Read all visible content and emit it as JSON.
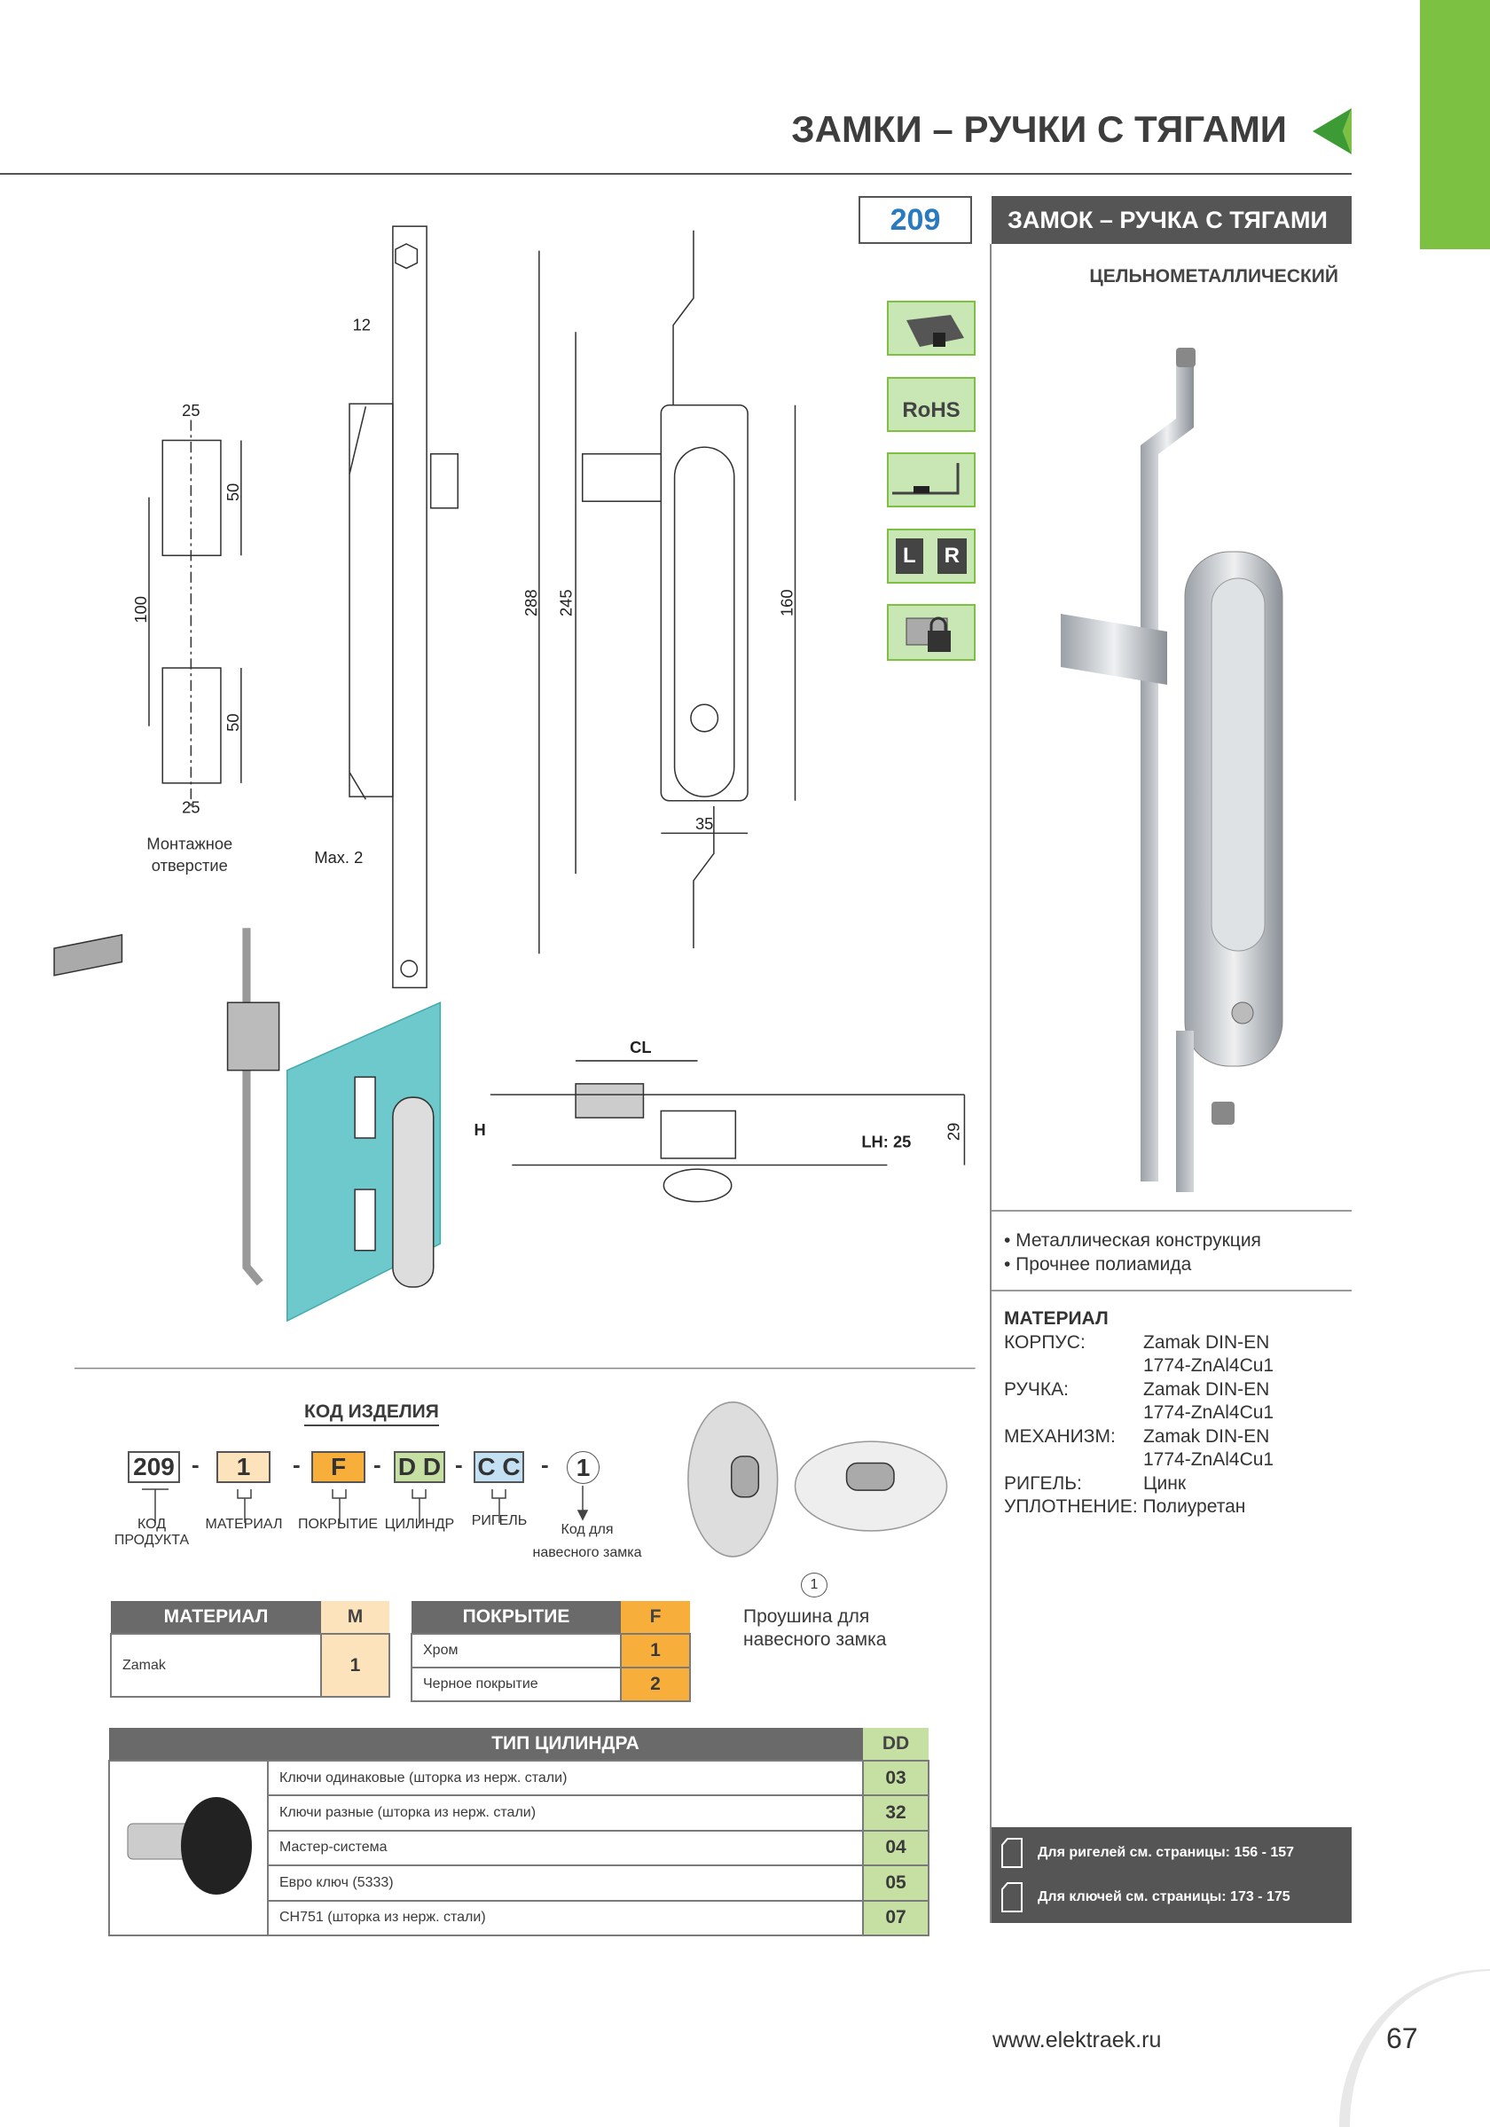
{
  "header": {
    "title": "ЗАМКИ – РУЧКИ С ТЯГАМИ",
    "accent": "#7dc142"
  },
  "product": {
    "code": "209",
    "name": "ЗАМОК – РУЧКА С ТЯГАМИ",
    "subtitle": "ЦЕЛЬНОМЕТАЛЛИЧЕСКИЙ"
  },
  "feature_icons": [
    "profile-icon",
    "rohs-icon",
    "seal-icon",
    "left-right-icon",
    "padlock-icon"
  ],
  "rohs": "RoHS",
  "lr": {
    "l": "L",
    "r": "R"
  },
  "drawing": {
    "d25a": "25",
    "d50a": "50",
    "d100": "100",
    "d50b": "50",
    "d25b": "25",
    "mount": "Монтажное",
    "mount2": "отверстие",
    "d12": "12",
    "max2": "Max. 2",
    "d288": "288",
    "d245": "245",
    "d160": "160",
    "d35": "35",
    "cl": "CL",
    "h": "H",
    "lh": "LH: 25",
    "d29": "29"
  },
  "features": [
    "• Металлическая конструкция",
    "• Прочнее полиамида"
  ],
  "material": {
    "title": "МАТЕРИАЛ",
    "rows": [
      {
        "k": "КОРПУС:",
        "v1": "Zamak DIN-EN",
        "v2": "1774-ZnAl4Cu1"
      },
      {
        "k": "РУЧКА:",
        "v1": "Zamak DIN-EN",
        "v2": "1774-ZnAl4Cu1"
      },
      {
        "k": "МЕХАНИЗМ:",
        "v1": "Zamak DIN-EN",
        "v2": "1774-ZnAl4Cu1"
      },
      {
        "k": "РИГЕЛЬ:",
        "v1": "Цинк"
      },
      {
        "k": "УПЛОТНЕНИЕ:",
        "v1": "Полиуретан"
      }
    ]
  },
  "refs": [
    "Для ригелей см. страницы: 156 - 157",
    "Для ключей см. страницы: 173 - 175"
  ],
  "code": {
    "title": "КОД ИЗДЕЛИЯ",
    "parts": [
      "209",
      "1",
      "F",
      "D D",
      "C C",
      "1"
    ],
    "dash": "-",
    "labels": [
      "КОД",
      "ПРОДУКТА",
      "МАТЕРИАЛ",
      "ПОКРЫТИЕ",
      "ЦИЛИНДР",
      "РИГЕЛЬ",
      "Код для",
      "навесного замка"
    ]
  },
  "padlock_eye": {
    "num": "1",
    "text1": "Проушина для",
    "text2": "навесного замка"
  },
  "material_table": {
    "h1": "МАТЕРИАЛ",
    "h2": "M",
    "rows": [
      {
        "name": "Zamak",
        "code": "1"
      }
    ]
  },
  "coating_table": {
    "h1": "ПОКРЫТИЕ",
    "h2": "F",
    "rows": [
      {
        "name": "Хром",
        "code": "1"
      },
      {
        "name": "Черное покрытие",
        "code": "2"
      }
    ]
  },
  "cylinder_table": {
    "h1": "ТИП ЦИЛИНДРА",
    "h2": "DD",
    "rows": [
      {
        "name": "Ключи одинаковые (шторка из нерж. стали)",
        "code": "03"
      },
      {
        "name": "Ключи разные (шторка из нерж. стали)",
        "code": "32"
      },
      {
        "name": "Мастер-система",
        "code": "04"
      },
      {
        "name": "Евро ключ (5333)",
        "code": "05"
      },
      {
        "name": "CH751 (шторка из нерж. стали)",
        "code": "07"
      }
    ]
  },
  "footer": {
    "website": "www.elektraek.ru",
    "page": "67"
  }
}
